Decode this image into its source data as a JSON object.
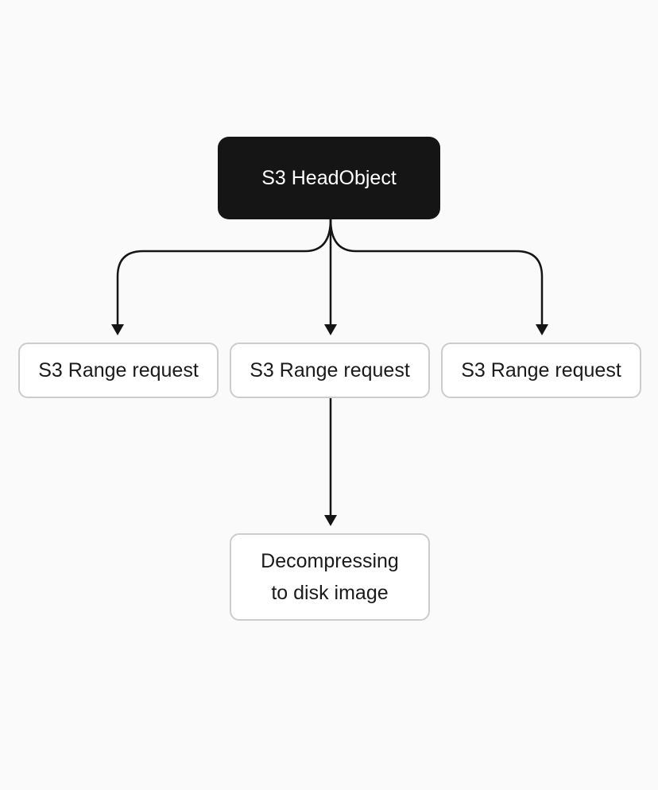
{
  "diagram": {
    "root": {
      "label": "S3 HeadObject",
      "fill": "#151515",
      "text_color": "#ffffff"
    },
    "range_requests": [
      {
        "label": "S3 Range request"
      },
      {
        "label": "S3 Range request"
      },
      {
        "label": "S3 Range request"
      }
    ],
    "decompress": {
      "line1": "Decompressing",
      "line2": "to disk image"
    },
    "colors": {
      "background": "#fafafa",
      "box_border": "#cccccc",
      "connector": "#151515"
    }
  }
}
